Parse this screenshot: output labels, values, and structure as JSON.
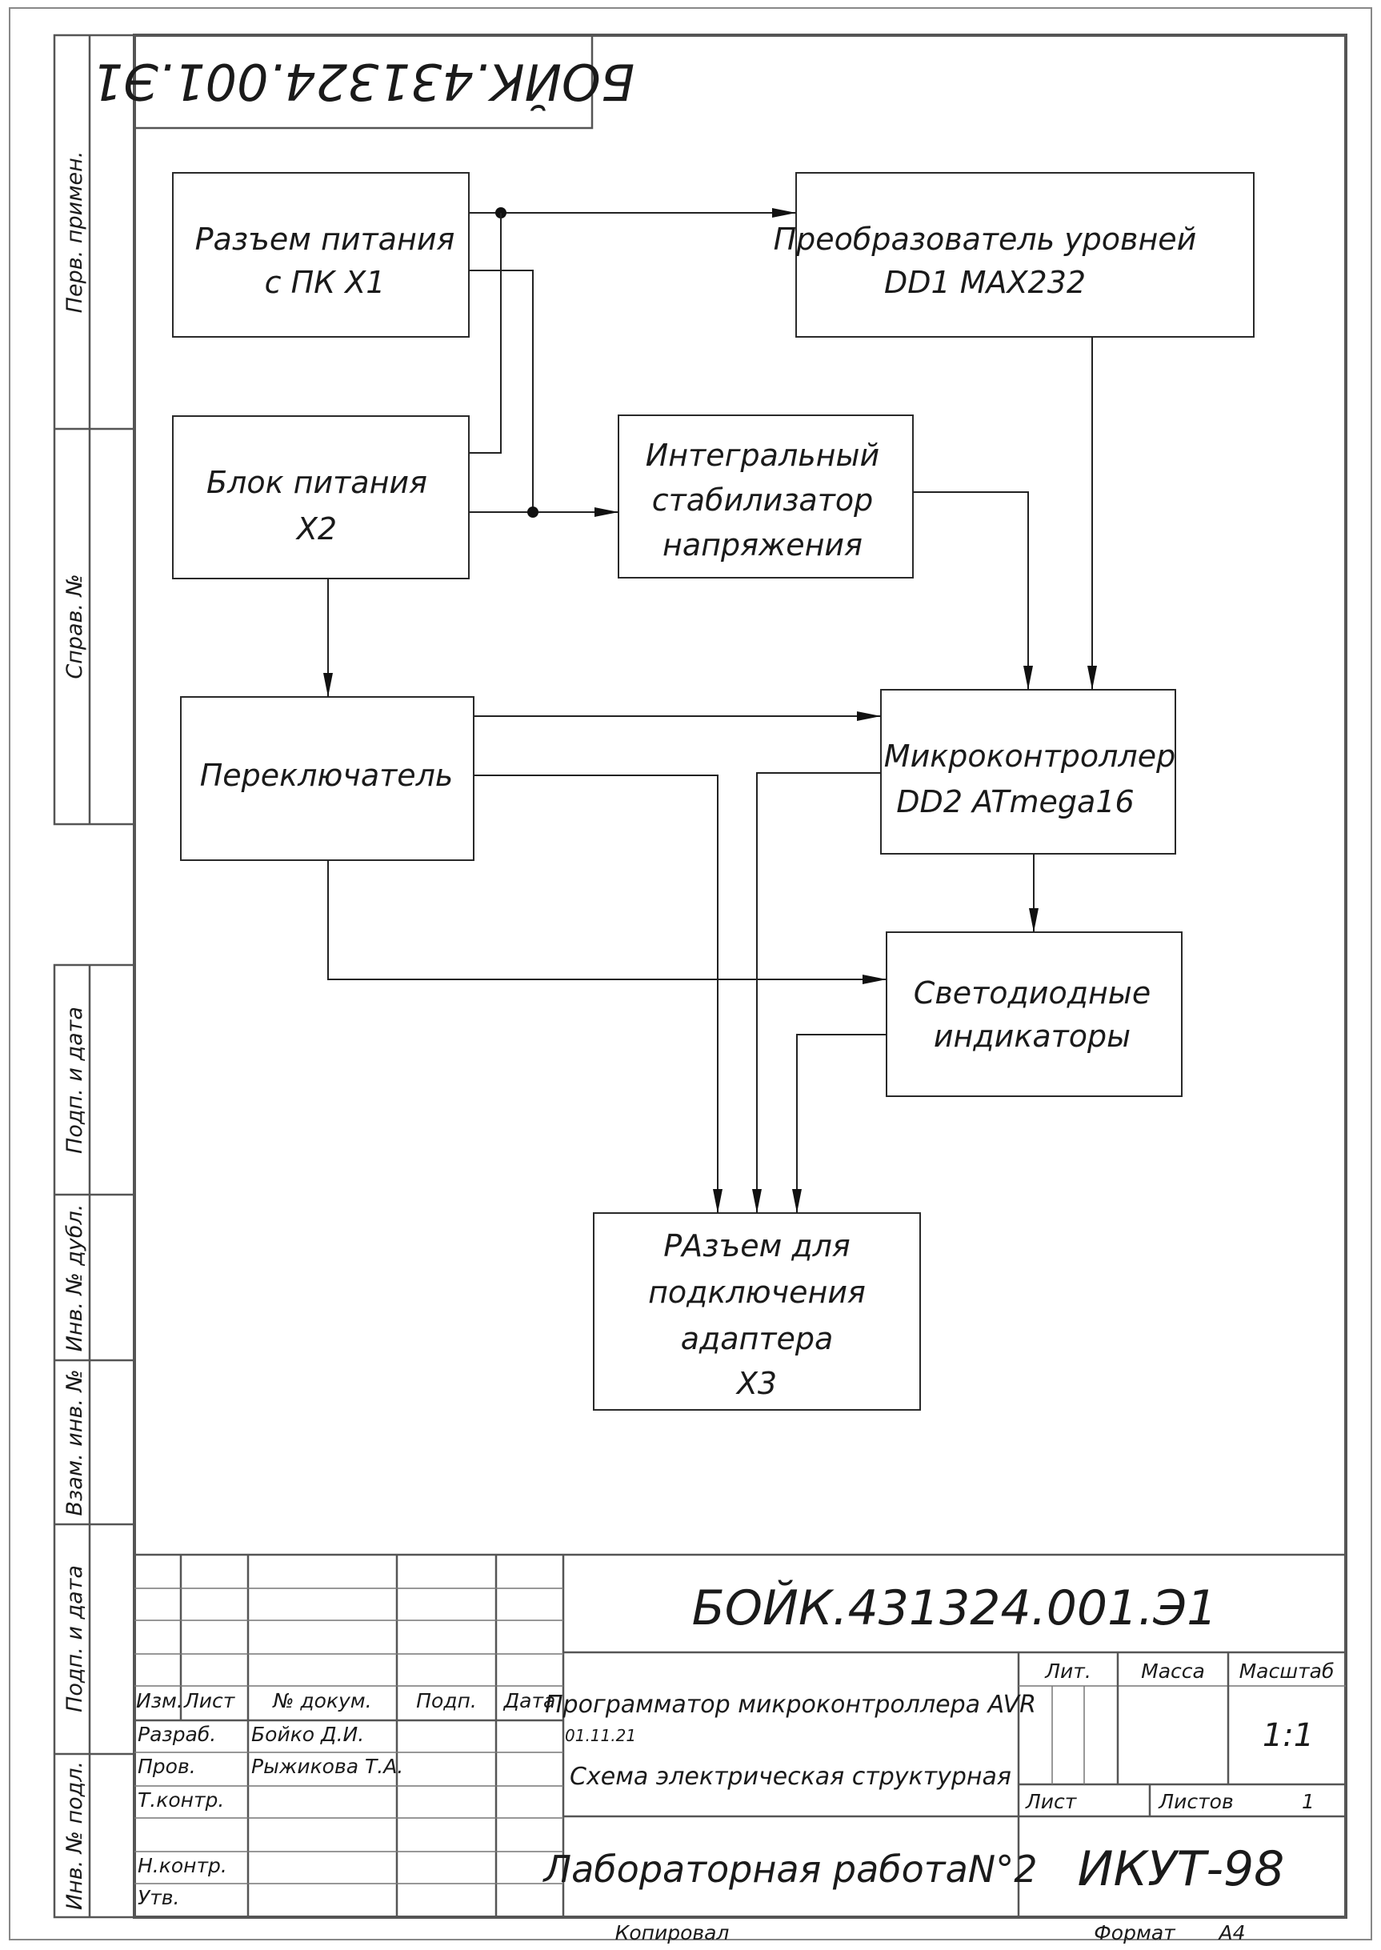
{
  "stamp_code_rotated": "БОЙК.431324.001.Э1",
  "side_labels": [
    "Перв. примен.",
    "Справ. №",
    "Подп. и дата",
    "Инв. № дубл.",
    "Взам. инв. №",
    "Подп. и дата",
    "Инв. № подл."
  ],
  "blocks": {
    "power_connector": [
      "Разъем питания",
      "с ПК Х1"
    ],
    "level_converter": [
      "Преобразователь уровней",
      "DD1 MAX232"
    ],
    "power_supply": [
      "Блок питания",
      "Х2"
    ],
    "stabilizer": [
      "Интегральный",
      "стабилизатор",
      "напряжения"
    ],
    "switch": [
      "Переключатель"
    ],
    "microcontroller": [
      "Микроконтроллер",
      "DD2 ATmega16"
    ],
    "leds": [
      "Светодиодные",
      "индикаторы"
    ],
    "adapter_connector": [
      "РАзъем для",
      "подключения",
      "адаптера",
      "Х3"
    ]
  },
  "title_block": {
    "doc_code": "БОЙК.431324.001.Э1",
    "headers": {
      "izm": "Изм.",
      "list": "Лист",
      "doc_no": "№ докум.",
      "sign": "Подп.",
      "date": "Дата"
    },
    "rows": {
      "razrab": {
        "label": "Разраб.",
        "name": "Бойко Д.И.",
        "date": "01.11.21"
      },
      "prov": {
        "label": "Пров.",
        "name": "Рыжикова Т.А."
      },
      "tkontr": {
        "label": "Т.контр."
      },
      "nkontr": {
        "label": "Н.контр."
      },
      "utv": {
        "label": "Утв."
      }
    },
    "title_line1": "Программатор микроконтроллера AVR",
    "title_line2": "Схема электрическая структурная",
    "lit": "Лит.",
    "mass": "Масса",
    "scale_label": "Масштаб",
    "scale_value": "1:1",
    "sheet_label": "Лист",
    "sheets_label": "Листов",
    "sheets_value": "1",
    "work": "Лабораторная работаN°2",
    "org": "ИКУТ-98",
    "copied": "Копировал",
    "format_label": "Формат",
    "format_value": "А4"
  }
}
